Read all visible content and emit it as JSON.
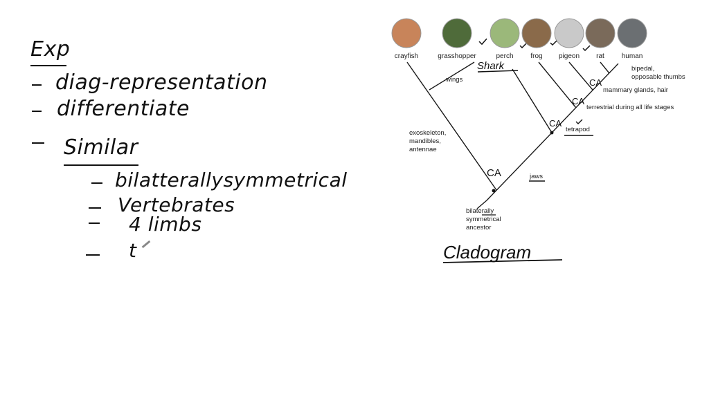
{
  "notes": {
    "heading": "Exp",
    "items": [
      {
        "text": "diag-representation"
      },
      {
        "text": "differentiate"
      },
      {
        "text": "Similar"
      }
    ],
    "subitems": [
      {
        "text": "bilatterallysymmetrical"
      },
      {
        "text": "Vertebrates"
      },
      {
        "text": "4 limbs"
      },
      {
        "text": "t"
      }
    ]
  },
  "diagram": {
    "caption": "Cladogram",
    "taxa": [
      {
        "name": "crayfish",
        "color": "#c8845a"
      },
      {
        "name": "grasshopper",
        "color": "#4f6b3a"
      },
      {
        "name": "perch",
        "color": "#9bb87a"
      },
      {
        "name": "frog",
        "color": "#8a6a4a"
      },
      {
        "name": "pigeon",
        "color": "#c9c9c9"
      },
      {
        "name": "rat",
        "color": "#7a6a5a"
      },
      {
        "name": "human",
        "color": "#6b6f72"
      }
    ],
    "traits": {
      "wings": "wings",
      "exoskeleton": [
        "exoskeleton,",
        "mandibles,",
        "antennae"
      ],
      "jaws": "jaws",
      "tetrapod": "tetrapod",
      "terrestrial": "terrestrial during all life stages",
      "mammary": "mammary glands, hair",
      "bipedal": [
        "bipedal,",
        "opposable thumbs"
      ],
      "ancestor": [
        "bilaterally",
        "symmetrical",
        "ancestor"
      ]
    },
    "annotations": {
      "shark": "Shark",
      "ca": "CA"
    }
  }
}
